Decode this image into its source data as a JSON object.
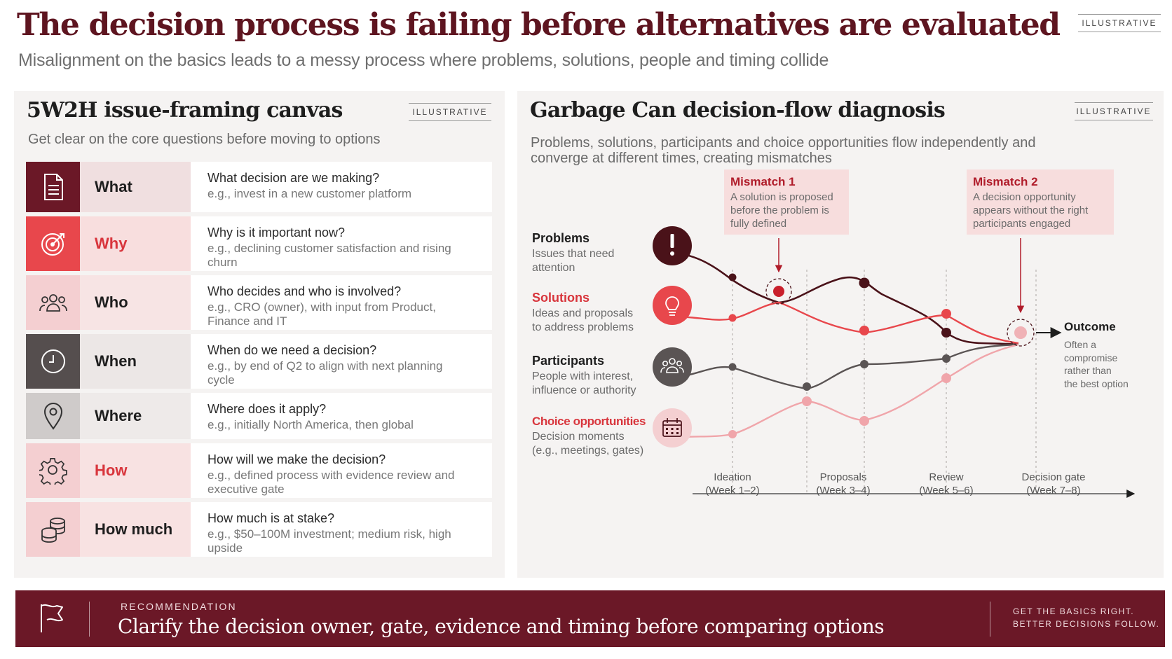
{
  "header": {
    "title": "The decision process is failing before alternatives are evaluated",
    "subtitle": "Misalignment on the basics leads to a messy process where problems, solutions, people and timing collide",
    "tag": "ILLUSTRATIVE"
  },
  "canvas": {
    "title": "5W2H issue-framing canvas",
    "tag": "ILLUSTRATIVE",
    "subtitle": "Get clear on the core questions before moving to options",
    "rows": [
      {
        "label": "What",
        "icon": "document-icon",
        "question": "What decision are we making?",
        "example": "e.g., invest in a new customer platform",
        "icon_bg": "#6b1827",
        "label_bg": "#f0dfe0",
        "label_color": "#1e1e1e"
      },
      {
        "label": "Why",
        "icon": "target-icon",
        "question": "Why is it important now?",
        "example": "e.g., declining customer satisfaction and rising churn",
        "icon_bg": "#e8474c",
        "label_bg": "#f8dede",
        "label_color": "#d8353c"
      },
      {
        "label": "Who",
        "icon": "people-icon",
        "question": "Who decides and who is involved?",
        "example": "e.g., CRO (owner), with input from Product, Finance and IT",
        "icon_bg": "#f4cfd1",
        "label_bg": "#f7e4e4",
        "label_color": "#1e1e1e"
      },
      {
        "label": "When",
        "icon": "clock-icon",
        "question": "When do we need a decision?",
        "example": "e.g., by end of Q2 to align with next planning cycle",
        "icon_bg": "#554e4e",
        "label_bg": "#ece7e6",
        "label_color": "#1e1e1e"
      },
      {
        "label": "Where",
        "icon": "location-pin-icon",
        "question": "Where does it apply?",
        "example": "e.g., initially North America, then global",
        "icon_bg": "#cfcbca",
        "label_bg": "#eeeae9",
        "label_color": "#1e1e1e"
      },
      {
        "label": "How",
        "icon": "gear-icon",
        "question": "How will we make the decision?",
        "example": "e.g., defined process with evidence review and executive gate",
        "icon_bg": "#f4cfd1",
        "label_bg": "#f8e2e2",
        "label_color": "#d8353c"
      },
      {
        "label": "How much",
        "icon": "coins-icon",
        "question": "How much is at stake?",
        "example": "e.g., $50–100M investment; medium risk, high upside",
        "icon_bg": "#f4cfd1",
        "label_bg": "#f8e2e2",
        "label_color": "#1e1e1e"
      }
    ]
  },
  "diagnosis": {
    "title": "Garbage Can decision-flow diagnosis",
    "tag": "ILLUSTRATIVE",
    "subtitle_line1": "Problems, solutions, participants and choice opportunities flow independently and",
    "subtitle_line2": "converge at different times, creating mismatches",
    "streams": [
      {
        "name": "Problems",
        "desc1": "Issues that need",
        "desc2": "attention",
        "icon": "exclamation-icon",
        "color": "#4a1219",
        "name_color": "#1e1e1e"
      },
      {
        "name": "Solutions",
        "desc1": "Ideas and proposals",
        "desc2": "to address problems",
        "icon": "lightbulb-icon",
        "color": "#e8474c",
        "name_color": "#d8353c"
      },
      {
        "name": "Participants",
        "desc1": "People with interest,",
        "desc2": "influence or authority",
        "icon": "people-icon",
        "color": "#5a5454",
        "name_color": "#1e1e1e"
      },
      {
        "name": "Choice opportunities",
        "desc1": "Decision moments",
        "desc2": "(e.g., meetings, gates)",
        "icon": "calendar-icon",
        "color": "#f0a5aa",
        "name_color": "#d8353c"
      }
    ],
    "mismatches": [
      {
        "title": "Mismatch 1",
        "line1": "A solution is proposed",
        "line2": "before the problem is",
        "line3": "fully defined"
      },
      {
        "title": "Mismatch 2",
        "line1": "A decision opportunity",
        "line2": "appears without the right",
        "line3": "participants engaged"
      }
    ],
    "outcome": {
      "title": "Outcome",
      "line1": "Often a",
      "line2": "compromise",
      "line3": "rather than",
      "line4": "the best option"
    },
    "stages": [
      {
        "name": "Ideation",
        "weeks": "(Week 1–2)"
      },
      {
        "name": "Proposals",
        "weeks": "(Week 3–4)"
      },
      {
        "name": "Review",
        "weeks": "(Week 5–6)"
      },
      {
        "name": "Decision gate",
        "weeks": "(Week 7–8)"
      }
    ]
  },
  "recommendation": {
    "kicker": "RECOMMENDATION",
    "text": "Clarify the decision owner, gate, evidence and timing before comparing options",
    "motto_line1": "GET THE BASICS RIGHT.",
    "motto_line2": "BETTER DECISIONS FOLLOW.",
    "icon": "flag-icon"
  }
}
